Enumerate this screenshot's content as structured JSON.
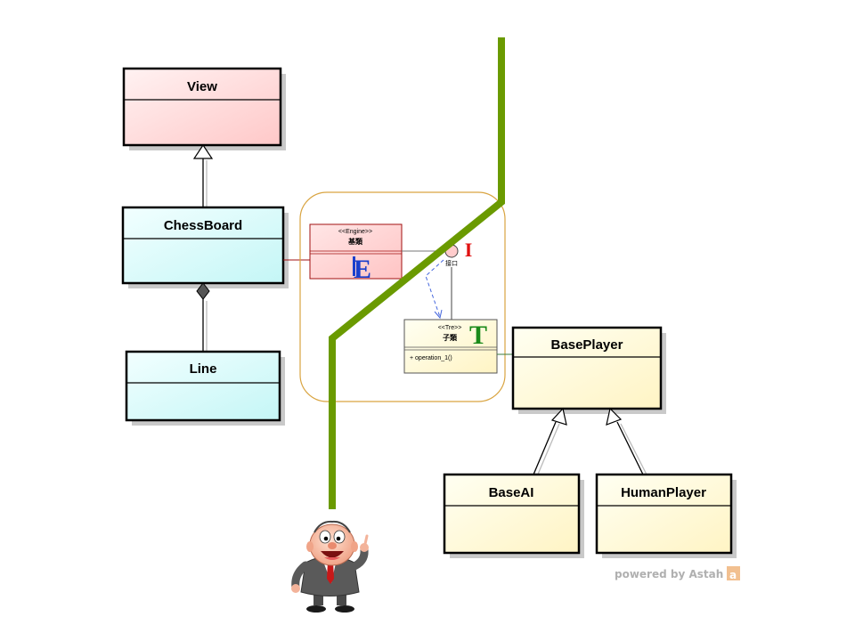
{
  "classes": {
    "view": "View",
    "chessboard": "ChessBoard",
    "line": "Line",
    "baseplayer": "BasePlayer",
    "baseai": "BaseAI",
    "humanplayer": "HumanPlayer"
  },
  "engine_class": {
    "stereotype": "<<Engine>>",
    "name": "基類",
    "badge": "E"
  },
  "interface": {
    "name": "接口",
    "badge": "I"
  },
  "template_class": {
    "stereotype": "<<Tre>>",
    "name": "子類",
    "operation": "+ operation_1()",
    "badge": "T"
  },
  "watermark": {
    "text": "powered by Astah",
    "logo_letter": "a"
  },
  "colors": {
    "view_fill": "#ffd8d8",
    "chessboard_fill": "#d6fbfb",
    "player_fill": "#fffbd6",
    "engine_fill": "#ffd6d6",
    "path_green": "#6a9a00",
    "frame_orange": "#d9a441",
    "letter_blue": "#1a3fcc",
    "letter_red": "#e01010",
    "letter_green": "#1a8a1a"
  }
}
